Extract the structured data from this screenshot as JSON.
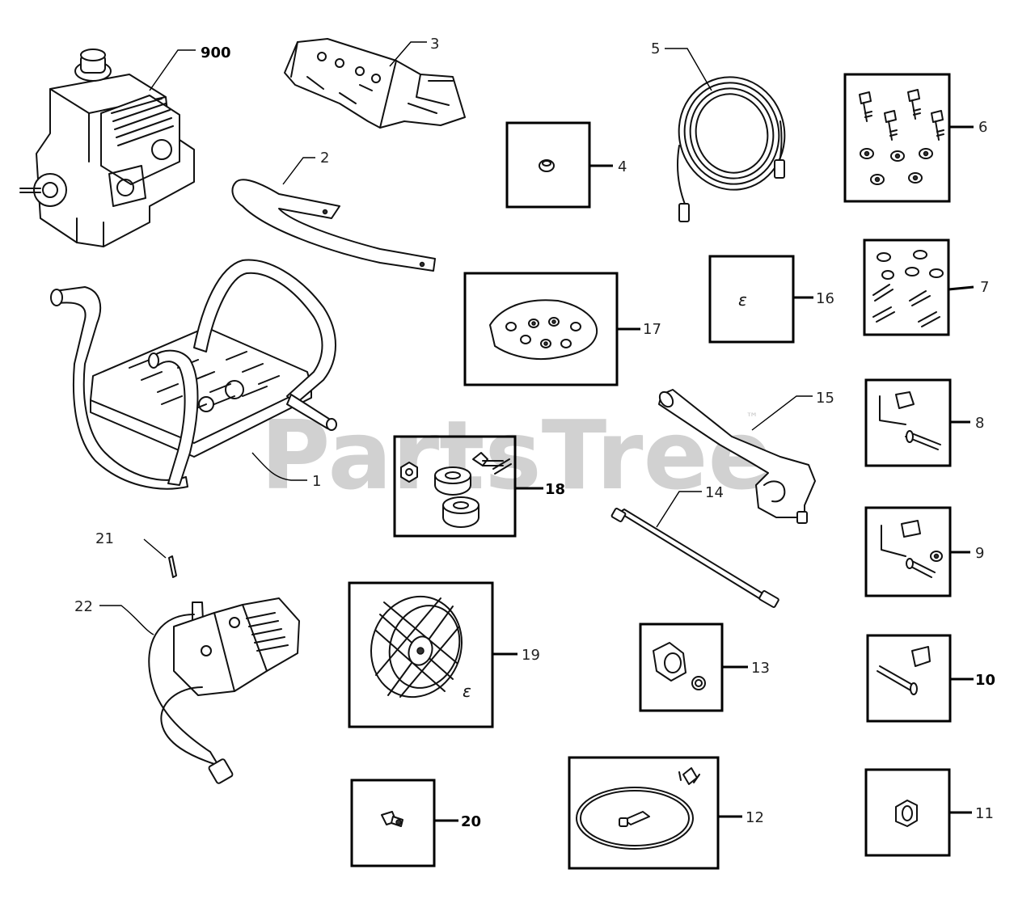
{
  "watermark": {
    "text": "PartsTree",
    "tm": "™"
  },
  "parts": {
    "p900": "900",
    "p1": "1",
    "p2": "2",
    "p3": "3",
    "p4": "4",
    "p5": "5",
    "p6": "6",
    "p7": "7",
    "p8": "8",
    "p9": "9",
    "p10": "10",
    "p11": "11",
    "p12": "12",
    "p13": "13",
    "p14": "14",
    "p15": "15",
    "p16": "16",
    "p17": "17",
    "p18": "18",
    "p19": "19",
    "p20": "20",
    "p21": "21",
    "p22": "22"
  }
}
